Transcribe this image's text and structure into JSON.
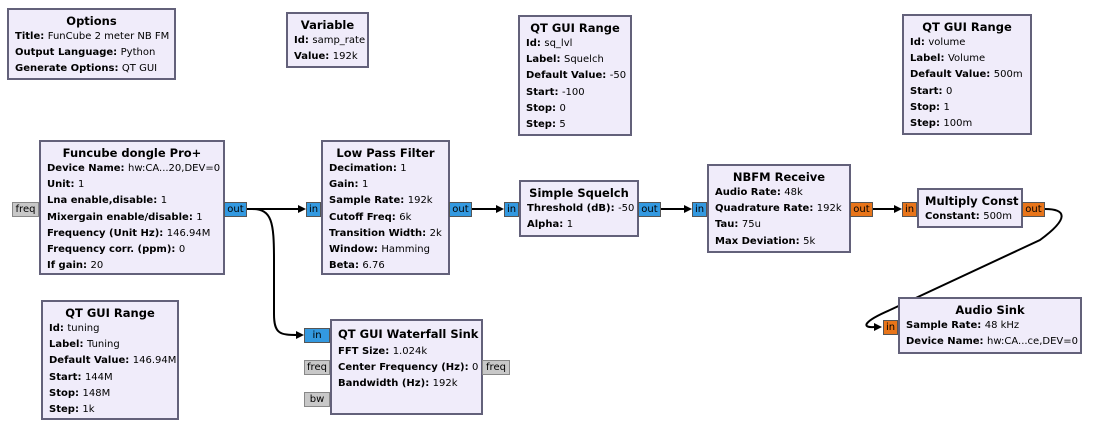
{
  "colors": {
    "block_fill": "#f0ecfa",
    "block_border": "#63617a",
    "complex_port": "#3399e0",
    "float_port": "#e8751a",
    "message_port": "#c8c8c8"
  },
  "blocks": {
    "options": {
      "title": "Options",
      "params": [
        {
          "k": "Title",
          "v": "FunCube  2 meter NB FM"
        },
        {
          "k": "Output Language",
          "v": "Python"
        },
        {
          "k": "Generate Options",
          "v": "QT GUI"
        }
      ]
    },
    "variable": {
      "title": "Variable",
      "params": [
        {
          "k": "Id",
          "v": "samp_rate"
        },
        {
          "k": "Value",
          "v": "192k"
        }
      ]
    },
    "range_sq": {
      "title": "QT GUI Range",
      "params": [
        {
          "k": "Id",
          "v": "sq_lvl"
        },
        {
          "k": "Label",
          "v": "Squelch"
        },
        {
          "k": "Default Value",
          "v": "-50"
        },
        {
          "k": "Start",
          "v": "-100"
        },
        {
          "k": "Stop",
          "v": "0"
        },
        {
          "k": "Step",
          "v": "5"
        }
      ]
    },
    "range_vol": {
      "title": "QT GUI Range",
      "params": [
        {
          "k": "Id",
          "v": "volume"
        },
        {
          "k": "Label",
          "v": "Volume"
        },
        {
          "k": "Default Value",
          "v": "500m"
        },
        {
          "k": "Start",
          "v": "0"
        },
        {
          "k": "Stop",
          "v": "1"
        },
        {
          "k": "Step",
          "v": "100m"
        }
      ]
    },
    "funcube": {
      "title": "Funcube dongle Pro+",
      "params": [
        {
          "k": "Device Name",
          "v": "hw:CA...20,DEV=0"
        },
        {
          "k": "Unit",
          "v": "1"
        },
        {
          "k": "Lna enable,disable",
          "v": "1"
        },
        {
          "k": "Mixergain enable/disable",
          "v": "1"
        },
        {
          "k": "Frequency (Unit Hz)",
          "v": "146.94M"
        },
        {
          "k": "Frequency corr. (ppm)",
          "v": "0"
        },
        {
          "k": "If gain",
          "v": "20"
        }
      ]
    },
    "lpf": {
      "title": "Low Pass Filter",
      "params": [
        {
          "k": "Decimation",
          "v": "1"
        },
        {
          "k": "Gain",
          "v": "1"
        },
        {
          "k": "Sample Rate",
          "v": "192k"
        },
        {
          "k": "Cutoff Freq",
          "v": "6k"
        },
        {
          "k": "Transition Width",
          "v": "2k"
        },
        {
          "k": "Window",
          "v": "Hamming"
        },
        {
          "k": "Beta",
          "v": "6.76"
        }
      ]
    },
    "squelch": {
      "title": "Simple Squelch",
      "params": [
        {
          "k": "Threshold (dB)",
          "v": "-50"
        },
        {
          "k": "Alpha",
          "v": "1"
        }
      ]
    },
    "nbfm": {
      "title": "NBFM Receive",
      "params": [
        {
          "k": "Audio Rate",
          "v": "48k"
        },
        {
          "k": "Quadrature Rate",
          "v": "192k"
        },
        {
          "k": "Tau",
          "v": "75u"
        },
        {
          "k": "Max Deviation",
          "v": "5k"
        }
      ]
    },
    "mult": {
      "title": "Multiply Const",
      "params": [
        {
          "k": "Constant",
          "v": "500m"
        }
      ]
    },
    "range_tune": {
      "title": "QT GUI Range",
      "params": [
        {
          "k": "Id",
          "v": "tuning"
        },
        {
          "k": "Label",
          "v": "Tuning"
        },
        {
          "k": "Default Value",
          "v": "146.94M"
        },
        {
          "k": "Start",
          "v": "144M"
        },
        {
          "k": "Stop",
          "v": "148M"
        },
        {
          "k": "Step",
          "v": "1k"
        }
      ]
    },
    "waterfall": {
      "title": "QT GUI Waterfall Sink",
      "params": [
        {
          "k": "FFT Size",
          "v": "1.024k"
        },
        {
          "k": "Center Frequency (Hz)",
          "v": "0"
        },
        {
          "k": "Bandwidth (Hz)",
          "v": "192k"
        }
      ]
    },
    "audio": {
      "title": "Audio Sink",
      "params": [
        {
          "k": "Sample Rate",
          "v": "48 kHz"
        },
        {
          "k": "Device Name",
          "v": "hw:CA...ce,DEV=0"
        }
      ]
    }
  },
  "ports": {
    "funcube_freq_in": "freq",
    "funcube_out": "out",
    "lpf_in": "in",
    "lpf_out": "out",
    "squelch_in": "in",
    "squelch_out": "out",
    "nbfm_in": "in",
    "nbfm_out": "out",
    "mult_in": "in",
    "mult_out": "out",
    "audio_in": "in",
    "waterfall_in": "in",
    "waterfall_freq_in": "freq",
    "waterfall_bw_in": "bw",
    "waterfall_freq_out": "freq"
  }
}
